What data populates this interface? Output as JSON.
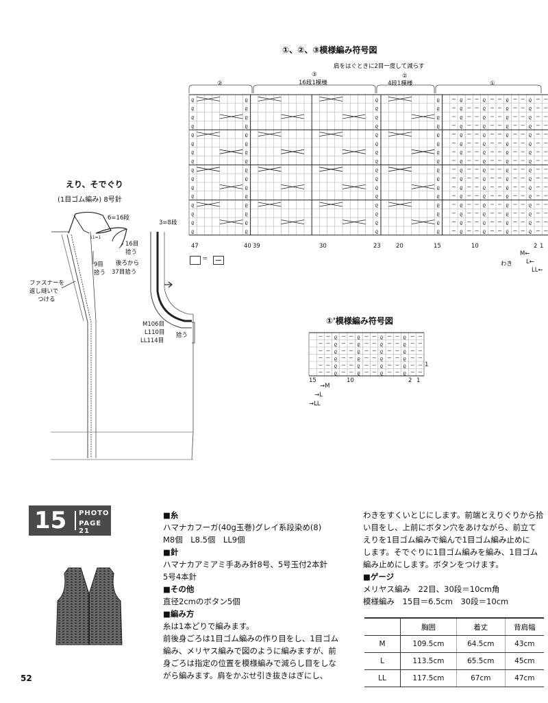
{
  "chart1": {
    "title": "①、②、③模様編み符号図",
    "shoulder_note": "肩をはぐときに2目一度して減らす",
    "label_2_left": "②",
    "label_3": "③",
    "label_3_sub": "16段1模様",
    "label_2_right": "②",
    "label_2_sub": "4段1模様",
    "label_1": "①",
    "col_numbers": [
      "47",
      "40",
      "39",
      "30",
      "23",
      "20",
      "15",
      "10",
      "2",
      "1"
    ],
    "legend_eq": "＝",
    "side_label": "わき",
    "size_M": "M←",
    "size_L": "L←",
    "size_LL": "LL←"
  },
  "chart2": {
    "title": "①'模様編み符号図",
    "row_label": "1",
    "col_numbers": [
      "15",
      "10",
      "2",
      "1"
    ],
    "size_M": "→M",
    "size_L": "→L",
    "size_LL": "→LL"
  },
  "diagram": {
    "title": "えり、そでぐり",
    "needle": "(1目ゴム編み) 8号針",
    "collar_rows": "6=16段",
    "band_rows": "3=8段",
    "pick16": "16目",
    "pick16b": "拾う",
    "pick9": "9目",
    "pick9b": "拾う",
    "back_pick": "後ろから",
    "back_pick2": "37目拾う",
    "zipper1": "ファスナーを",
    "zipper2": "返し縫いで",
    "zipper3": "つける",
    "armhole_M": "M106目",
    "armhole_L": "L110目",
    "armhole_LL": "LL114目",
    "armhole_pick": "拾う",
    "mark": "11=1"
  },
  "badge": {
    "number": "15",
    "photo": "PHOTO",
    "page": "PAGE 21"
  },
  "instructions": {
    "yarn_head": "■糸",
    "yarn_1": "ハマナカフーガ(40g玉巻)グレイ系段染め(8)",
    "yarn_2": "M8個　L8.5個　LL9個",
    "needle_head": "■針",
    "needle_1": "ハマナカアミアミ手あみ針8号、5号玉付2本針",
    "needle_2": "5号4本針",
    "other_head": "■その他",
    "other_1": "直径2cmのボタン5個",
    "method_head": "■編み方",
    "method_1": "糸は1本どりで編みます。",
    "method_2": "前後身ごろは1目ゴム編みの作り目をし、1目ゴム",
    "method_3": "編み、メリヤス編みで図のように編みますが、前",
    "method_4": "身ごろは指定の位置を模様編みで減らし目をしな",
    "method_5": "がら編みます。肩をかぶせ引き抜きはぎにし、",
    "right_1": "わきをすくいとじにします。前端とえりぐりから拾",
    "right_2": "い目をし、上前にボタン穴をあけながら、前立て",
    "right_3": "えりを1目ゴム編みで編んで1目ゴム編み止めに",
    "right_4": "します。そでぐりに1目ゴム編みを編み、1目ゴム",
    "right_5": "編み止めにします。ボタンをつけます。",
    "gauge_head": "■ゲージ",
    "gauge_1": "メリヤス編み　22目、30段＝10cm角",
    "gauge_2": "模様編み　15目＝6.5cm　30段＝10cm"
  },
  "size_table": {
    "headers": [
      "",
      "胸囲",
      "着丈",
      "背肩幅"
    ],
    "rows": [
      [
        "M",
        "109.5cm",
        "64.5cm",
        "43cm"
      ],
      [
        "L",
        "113.5cm",
        "65.5cm",
        "45cm"
      ],
      [
        "LL",
        "117.5cm",
        "67cm",
        "47cm"
      ]
    ]
  },
  "page_number": "52"
}
